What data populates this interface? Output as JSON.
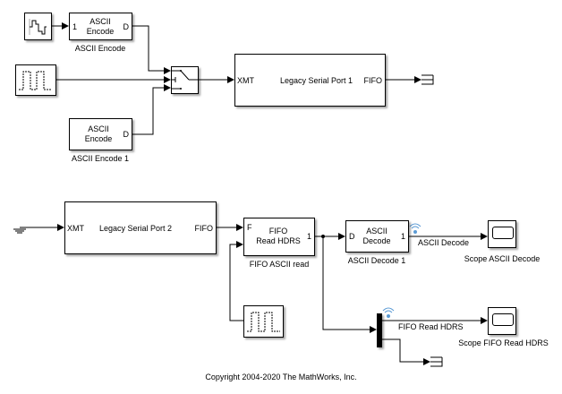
{
  "model": {
    "copyright": "Copyright 2004-2020 The MathWorks, Inc."
  },
  "blocks": {
    "signal_source": {
      "name": "signal-builder-source"
    },
    "ascii_encode": {
      "title_line1": "ASCII",
      "title_line2": "Encode",
      "in_port": "1",
      "out_port": "D",
      "label": "ASCII Encode"
    },
    "pulse_gen_1": {
      "name": "pulse-generator"
    },
    "ascii_encode_1": {
      "title_line1": "ASCII",
      "title_line2": "Encode",
      "out_port": "D",
      "label": "ASCII Encode 1"
    },
    "switch": {
      "name": "multiport-switch"
    },
    "serial_port_1": {
      "title": "Legacy Serial Port 1",
      "in_port": "XMT",
      "out_port": "FIFO"
    },
    "serial_port_2": {
      "title": "Legacy Serial Port 2",
      "in_port": "XMT",
      "out_port": "FIFO"
    },
    "fifo_read": {
      "title_line1": "FIFO",
      "title_line2": "Read HDRS",
      "in_port": "F",
      "out_port": "1",
      "label": "FIFO ASCII read"
    },
    "pulse_gen_2": {
      "name": "pulse-generator"
    },
    "ascii_decode_1": {
      "title_line1": "ASCII",
      "title_line2": "Decode",
      "in_port": "D",
      "out_port": "1",
      "label": "ASCII Decode 1"
    },
    "scope_ascii_decode": {
      "label": "Scope ASCII Decode"
    },
    "scope_fifo_read": {
      "label": "Scope FIFO Read HDRS"
    }
  },
  "signals": {
    "ascii_decode": "ASCII Decode",
    "fifo_read_hdrs": "FIFO Read HDRS"
  },
  "colors": {
    "wire": "#000000",
    "signal_log_icon": "#5b9bd5"
  }
}
